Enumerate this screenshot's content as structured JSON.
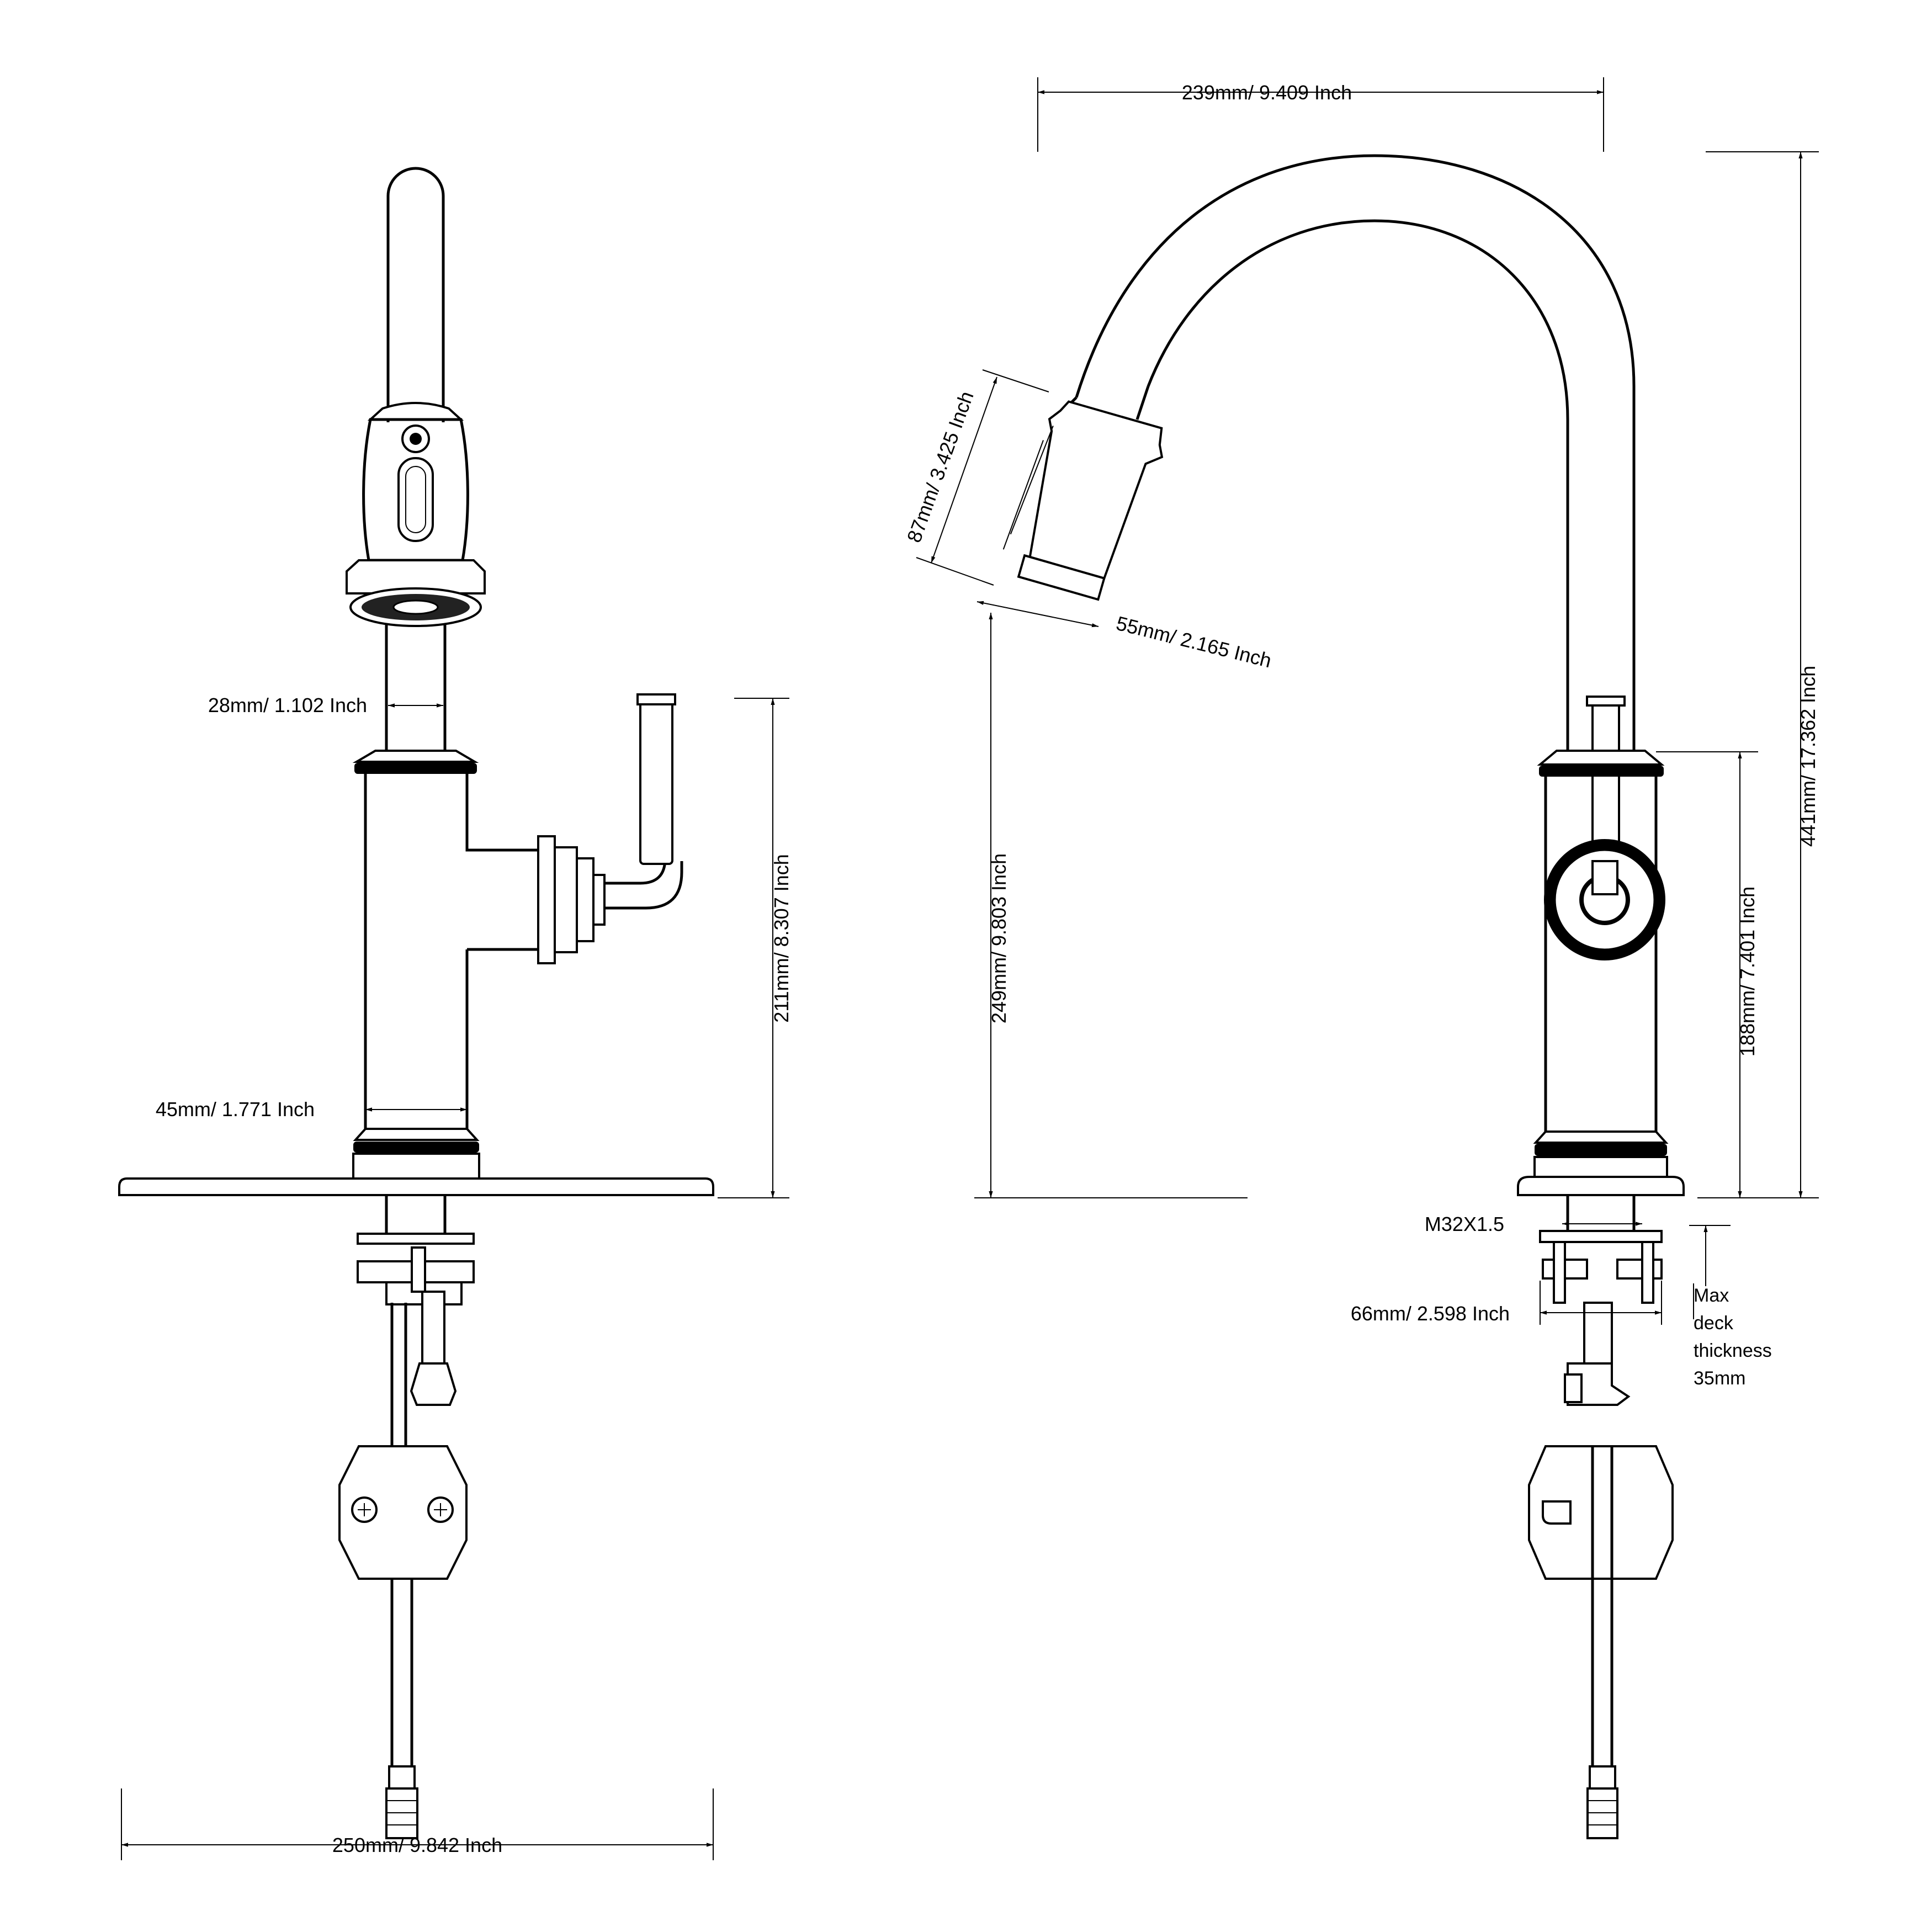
{
  "dimensions": {
    "spout_width": "239mm/ 9.409 Inch",
    "total_height": "441mm/ 17.362 Inch",
    "sprayhead_length": "87mm/ 3.425 Inch",
    "sprayhead_diameter": "55mm/ 2.165 Inch",
    "spout_diameter": "28mm/ 1.102 Inch",
    "body_diameter": "45mm/ 1.771 Inch",
    "handle_height": "211mm/ 8.307 Inch",
    "spout_outlet_height": "249mm/ 9.803 Inch",
    "body_height": "188mm/ 7.401 Inch",
    "thread_size": "M32X1.5",
    "base_diameter": "66mm/ 2.598 Inch",
    "deck_plate_width": "250mm/ 9.842 Inch"
  },
  "notes": {
    "deck_thickness": [
      "Max",
      "deck",
      "thickness",
      "35mm"
    ]
  }
}
